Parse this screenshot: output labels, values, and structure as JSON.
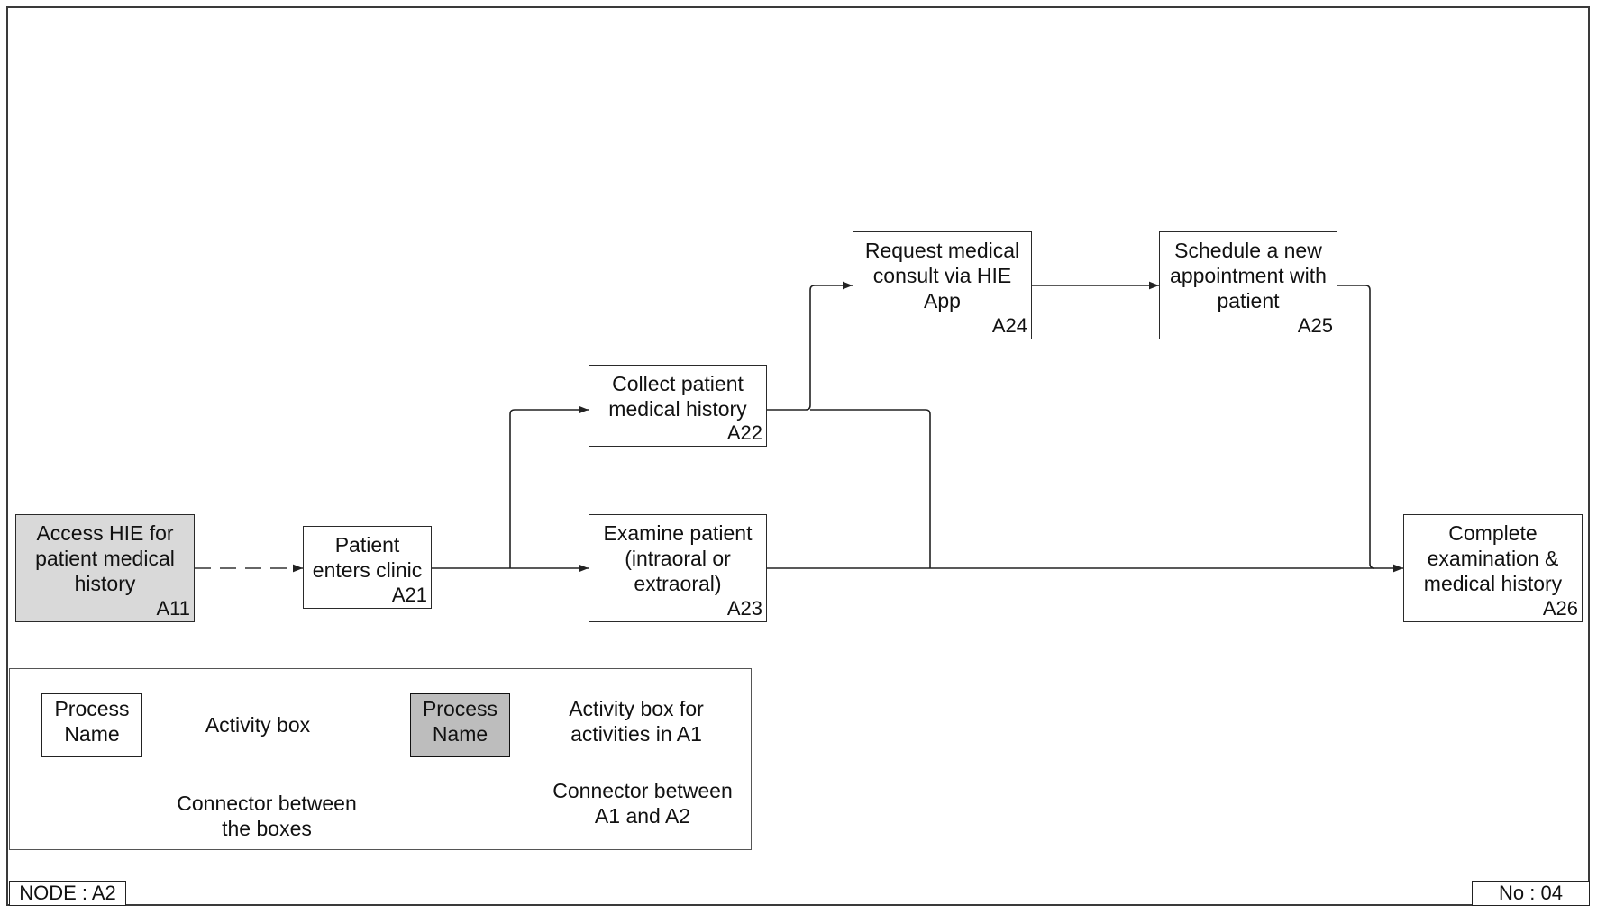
{
  "activities": [
    {
      "id": "a11",
      "label": "Access HIE for\npatient medical\nhistory",
      "code": "A11",
      "shaded": true
    },
    {
      "id": "a21",
      "label": "Patient\nenters clinic",
      "code": "A21",
      "shaded": false
    },
    {
      "id": "a22",
      "label": "Collect patient\nmedical history",
      "code": "A22",
      "shaded": false
    },
    {
      "id": "a23",
      "label": "Examine patient\n(intraoral or\nextraoral)",
      "code": "A23",
      "shaded": false
    },
    {
      "id": "a24",
      "label": "Request medical\nconsult via  HIE\nApp",
      "code": "A24",
      "shaded": false
    },
    {
      "id": "a25",
      "label": "Schedule a new\nappointment with\npatient",
      "code": "A25",
      "shaded": false
    },
    {
      "id": "a26",
      "label": "Complete\nexamination &\nmedical history",
      "code": "A26",
      "shaded": false
    }
  ],
  "legend": {
    "process_box": "Process\nName",
    "activity_box": "Activity box",
    "process_box_shaded": "Process\nName",
    "activity_box_a1": "Activity box for\nactivities in A1",
    "connector_boxes": "Connector between\nthe boxes",
    "connector_a1_a2": "Connector between\nA1 and A2"
  },
  "footer": {
    "node": "NODE : A2",
    "number": "No : 04"
  },
  "colors": {
    "line": "#222222",
    "shaded_box": "#d9d9d9",
    "legend_shaded_box": "#bdbdbd"
  }
}
